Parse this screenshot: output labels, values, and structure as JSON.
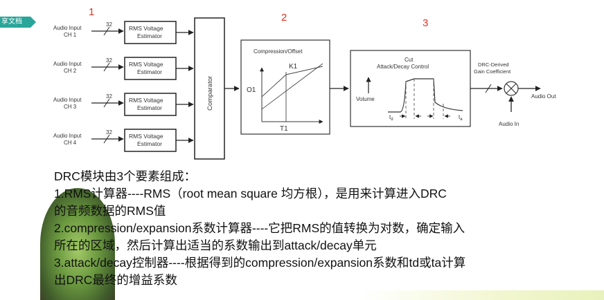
{
  "watermark": {
    "label": "享文档"
  },
  "diagram": {
    "section_numbers": [
      "1",
      "2",
      "3"
    ],
    "inputs": [
      {
        "line1": "Audio Input",
        "line2": "CH 1",
        "bits": "32",
        "block_line1": "RMS  Voltage",
        "block_line2": "Estimator"
      },
      {
        "line1": "Audio Input",
        "line2": "CH 2",
        "bits": "32",
        "block_line1": "RMS  Voltage",
        "block_line2": "Estimator"
      },
      {
        "line1": "Audio Input",
        "line2": "CH 3",
        "bits": "32",
        "block_line1": "RMS  Voltage",
        "block_line2": "Estimator"
      },
      {
        "line1": "Audio Input",
        "line2": "CH 4",
        "bits": "32",
        "block_line1": "RMS  Voltage",
        "block_line2": "Estimator"
      }
    ],
    "comparator": "Comparator",
    "compression": {
      "title": "Compression/Offset",
      "k_label": "K1",
      "o_label": "O1",
      "t_label": "T1"
    },
    "attack": {
      "title_line1": "Cut",
      "title_line2": "Attack/Decay Control",
      "volume": "Volume",
      "td": "t",
      "td_sub": "d",
      "ta": "t",
      "ta_sub": "a"
    },
    "gain": {
      "line1": "DRC-Derived",
      "line2": "Gain Coefficient"
    },
    "audio_out": "Audio Out",
    "audio_in": "Audio In"
  },
  "text": {
    "line1": "DRC模块由3个要素组成：",
    "line2": "1.RMS计算器----RMS（root mean square 均方根），是用来计算进入DRC",
    "line3": "的音频数据的RMS值",
    "line4": "2.compression/expansion系数计算器----它把RMS的值转换为对数，确定输入",
    "line5": "所在的区域，然后计算出适当的系数输出到attack/decay单元",
    "line6": "3.attack/decay控制器----根据得到的compression/expansion系数和td或ta计算",
    "line7": "出DRC最终的增益系数"
  }
}
